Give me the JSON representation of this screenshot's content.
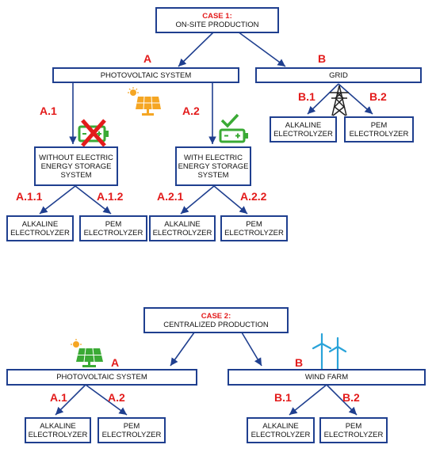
{
  "case1": {
    "title": "CASE 1:",
    "subtitle": "ON-SITE PRODUCTION",
    "branch_a": {
      "letter": "A",
      "label": "PHOTOVOLTAIC SYSTEM",
      "a1": {
        "code": "A.1",
        "line1": "WITHOUT ELECTRIC",
        "line2": "ENERGY STORAGE",
        "line3": "SYSTEM",
        "left_code": "A.1.1",
        "right_code": "A.1.2",
        "left_line1": "ALKALINE",
        "left_line2": "ELECTROLYZER",
        "right_line1": "PEM",
        "right_line2": "ELECTROLYZER"
      },
      "a2": {
        "code": "A.2",
        "line1": "WITH ELECTRIC",
        "line2": "ENERGY STORAGE",
        "line3": "SYSTEM",
        "left_code": "A.2.1",
        "right_code": "A.2.2",
        "left_line1": "ALKALINE",
        "left_line2": "ELECTROLYZER",
        "right_line1": "PEM",
        "right_line2": "ELECTROLYZER"
      }
    },
    "branch_b": {
      "letter": "B",
      "label": "GRID",
      "left_code": "B.1",
      "right_code": "B.2",
      "left_line1": "ALKALINE",
      "left_line2": "ELECTROLYZER",
      "right_line1": "PEM",
      "right_line2": "ELECTROLYZER"
    }
  },
  "case2": {
    "title": "CASE 2:",
    "subtitle": "CENTRALIZED PRODUCTION",
    "branch_a": {
      "letter": "A",
      "label": "PHOTOVOLTAIC SYSTEM",
      "left_code": "A.1",
      "right_code": "A.2",
      "left_line1": "ALKALINE",
      "left_line2": "ELECTROLYZER",
      "right_line1": "PEM",
      "right_line2": "ELECTROLYZER"
    },
    "branch_b": {
      "letter": "B",
      "label": "WIND FARM",
      "left_code": "B.1",
      "right_code": "B.2",
      "left_line1": "ALKALINE",
      "left_line2": "ELECTROLYZER",
      "right_line1": "PEM",
      "right_line2": "ELECTROLYZER"
    }
  },
  "colors": {
    "box_border": "#1f3f8f",
    "arrow": "#1f3f8f",
    "label_red": "#e31b1b",
    "solar_panel": "#f5a623",
    "battery_green": "#3aaa35",
    "wind_turbine": "#29a3d9"
  },
  "icons": [
    "solar-panel-icon",
    "battery-crossed-icon",
    "battery-check-icon",
    "transmission-tower-icon",
    "wind-turbine-icon"
  ]
}
